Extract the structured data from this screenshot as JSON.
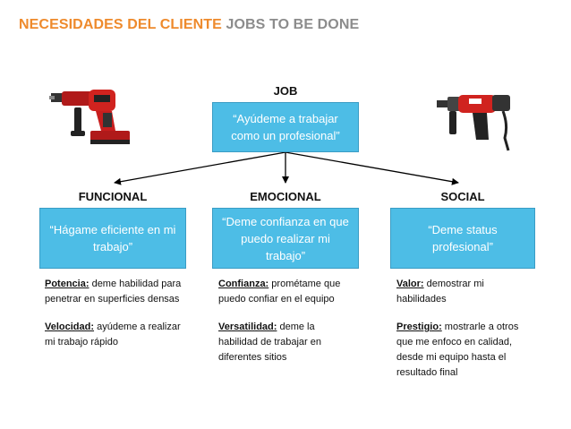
{
  "title": {
    "part1": "NECESIDADES DEL CLIENTE",
    "part2": "JOBS TO BE DONE"
  },
  "job": {
    "label": "JOB",
    "text": "“Ayúdeme a trabajar como un profesional”"
  },
  "funcional": {
    "label": "FUNCIONAL",
    "text": "“Hágame eficiente en mi trabajo”",
    "items": [
      {
        "key": "Potencia:",
        "value": " deme habilidad para penetrar en superficies densas"
      },
      {
        "key": "Velocidad:",
        "value": " ayúdeme a realizar mi trabajo rápido"
      }
    ]
  },
  "emocional": {
    "label": "EMOCIONAL",
    "text": "“Deme confianza en que puedo realizar mi trabajo”",
    "items": [
      {
        "key": "Confianza:",
        "value": " prométame que puedo confiar en el equipo"
      },
      {
        "key": "Versatilidad:",
        "value": " deme la habilidad de trabajar en diferentes sitios"
      }
    ]
  },
  "social": {
    "label": "SOCIAL",
    "text": "“Deme status profesional”",
    "items": [
      {
        "key": "Valor:",
        "value": " demostrar mi habilidades"
      },
      {
        "key": "Prestigio:",
        "value": " mostrarle a otros que me enfoco en calidad, desde mi equipo hasta el resultado final"
      }
    ]
  },
  "images": {
    "left": "cordless-rotary-hammer-drill",
    "right": "corded-hammer-drill"
  },
  "colors": {
    "accent": "#ee8a2c",
    "subtitle": "#8c8c8c",
    "box": "#4dbde6"
  }
}
